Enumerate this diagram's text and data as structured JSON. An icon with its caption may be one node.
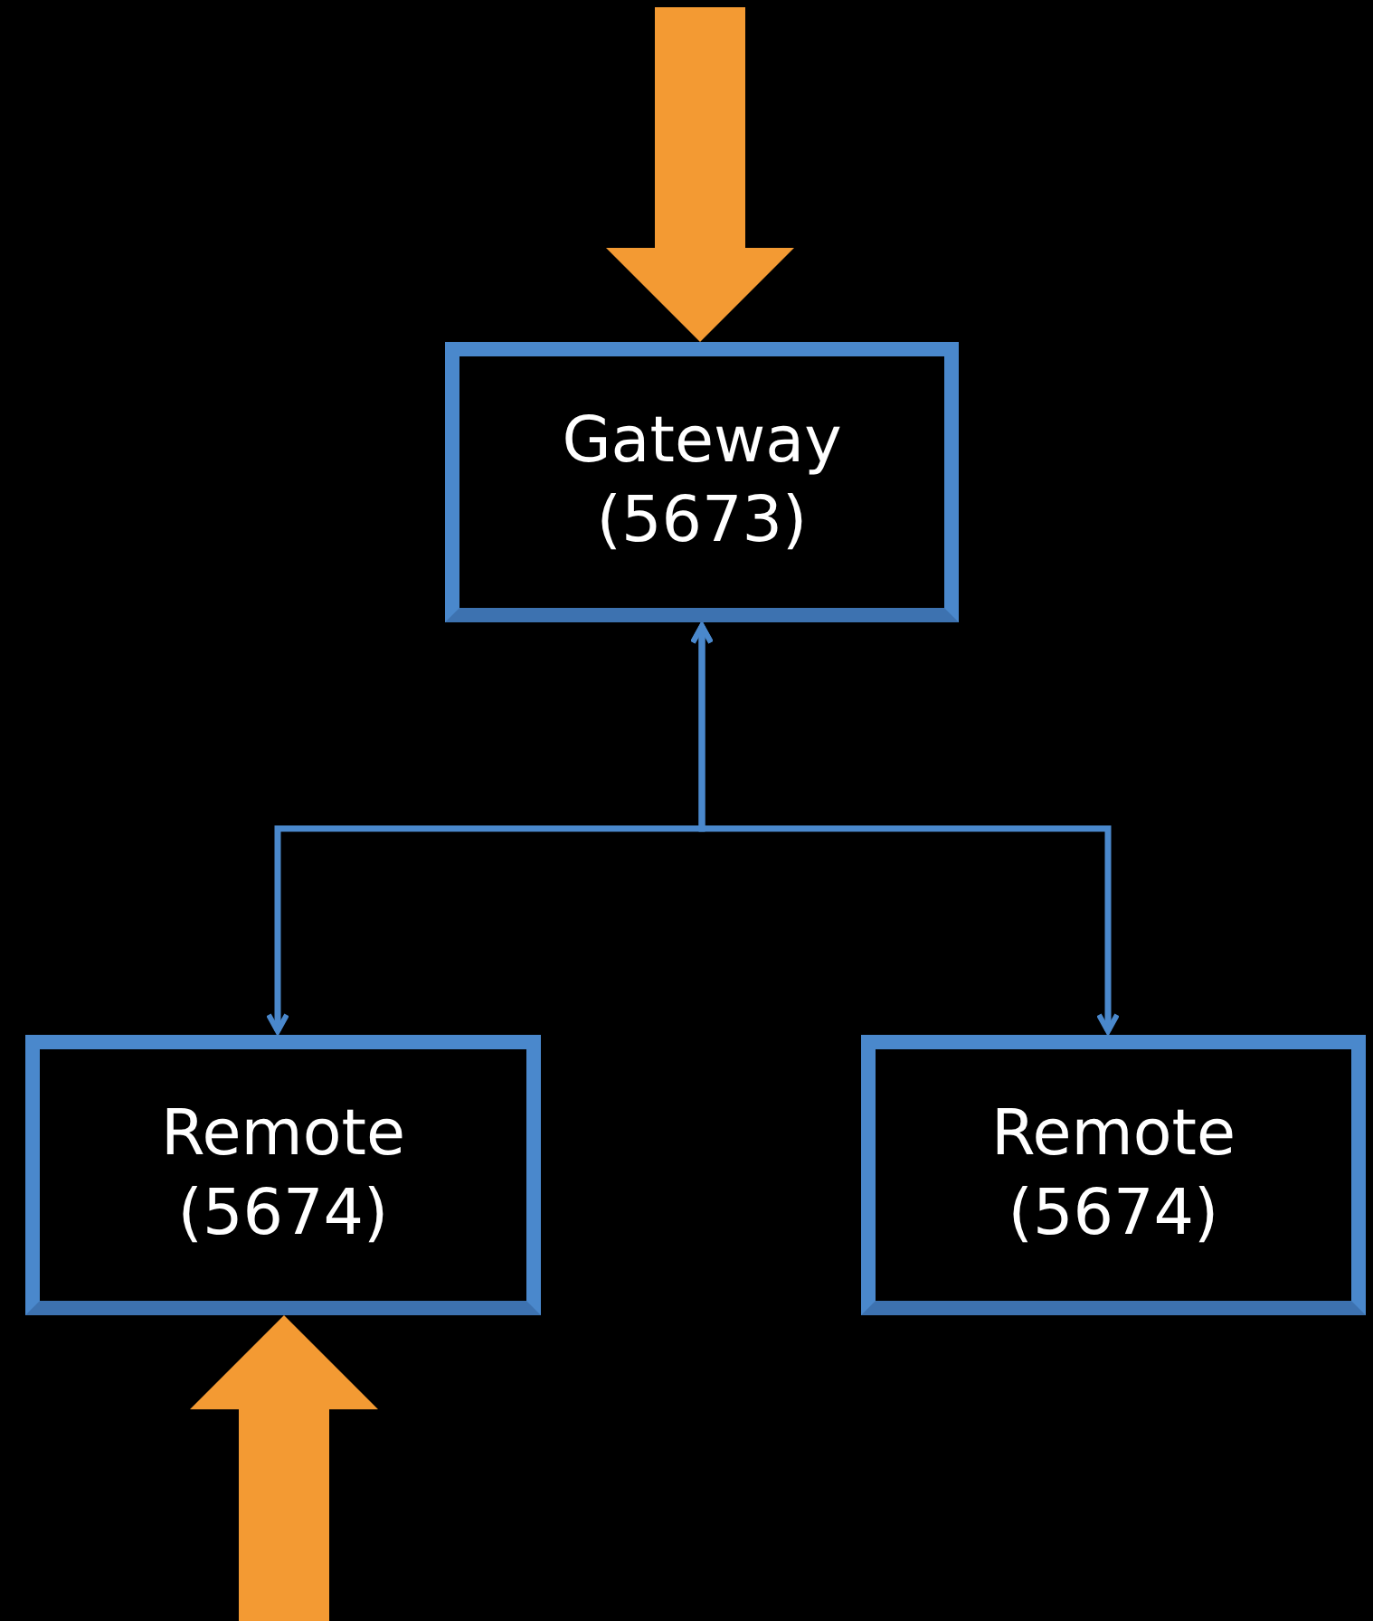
{
  "diagram": {
    "nodes": [
      {
        "text": [
          "Gateway (5673)"
        ]
      },
      {
        "text": [
          "Remote (5674)"
        ]
      },
      {
        "text": [
          "Remote (5674)"
        ]
      }
    ],
    "edges": [
      {
        "from": null,
        "to": 0,
        "arrow": "to",
        "style": "thick",
        "color": "#f39a33"
      },
      {
        "from": 0,
        "to": 1,
        "arrow": "both",
        "color": "#4a88cc"
      },
      {
        "from": 0,
        "to": 2,
        "arrow": "both",
        "color": "#4a88cc"
      },
      {
        "from": null,
        "to": 1,
        "arrow": "to",
        "style": "thick",
        "color": "#f39a33"
      }
    ]
  }
}
